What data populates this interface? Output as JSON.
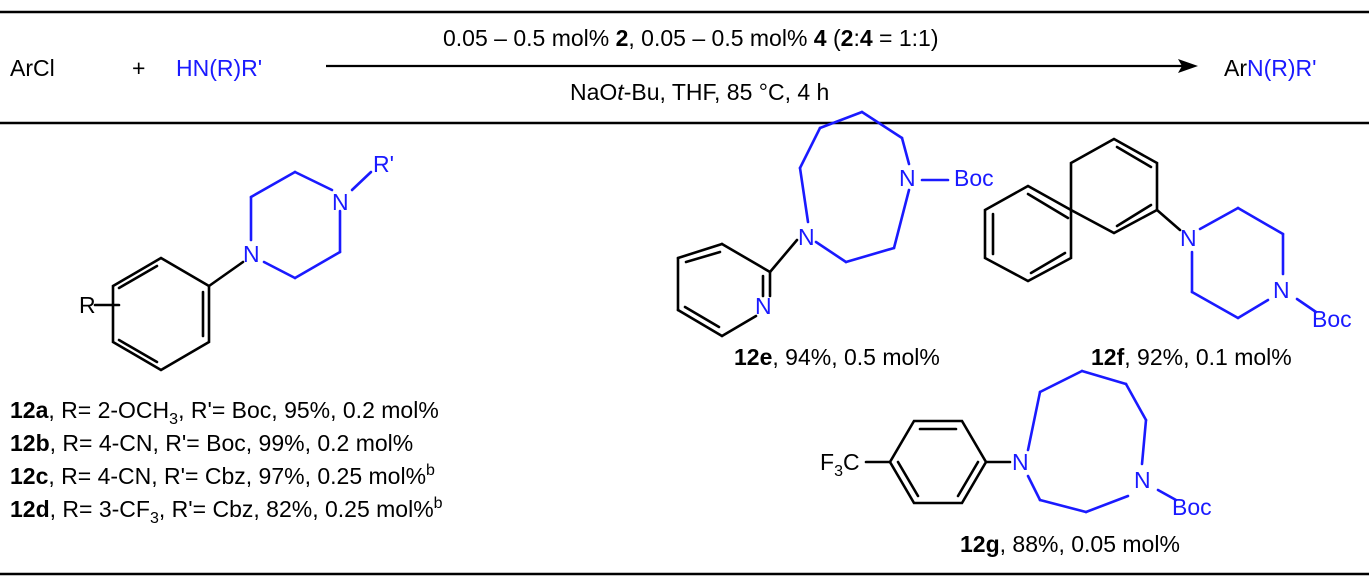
{
  "scheme": {
    "reactant_arcl": "ArCl",
    "plus": "+",
    "reactant_amine": "HN(R)R'",
    "condition_top": {
      "p1": "0.05 – 0.5 mol% ",
      "cat2": "2",
      "p2": ", 0.05 – 0.5 mol% ",
      "lig4": "4",
      "p3": " (",
      "r2": "2",
      "colon": ":",
      "r4": "4",
      "p4": " = 1:1)"
    },
    "condition_bottom": {
      "p1": "NaO",
      "t": "t",
      "p2": "-Bu, THF, 85 °C, 4 h"
    },
    "product_ar": "Ar",
    "product_amine": "N(R)R'"
  },
  "structure_labels": {
    "n": "N",
    "r": "R",
    "r_prime": "R'",
    "boc": "Boc",
    "dash": "—",
    "f3c_f": "F",
    "f3c_sub": "3",
    "f3c_c": "C"
  },
  "compounds": {
    "c12a": {
      "id": "12a",
      "p1": ", R= 2-OCH",
      "sub": "3",
      "p2": ", R'= Boc, 95%, 0.2 mol%"
    },
    "c12b": {
      "id": "12b",
      "p1": ", R= 4-CN, R'= Boc, 99%, 0.2 mol%"
    },
    "c12c": {
      "id": "12c",
      "p1": ", R= 4-CN, R'= Cbz, 97%, 0.25 mol%",
      "sup": "b"
    },
    "c12d": {
      "id": "12d",
      "p1": ", R= 3-CF",
      "sub": "3",
      "p2": ", R'= Cbz, 82%, 0.25 mol%",
      "sup": "b"
    },
    "c12e": {
      "id": "12e",
      "p1": ", 94%, 0.5 mol%"
    },
    "c12f": {
      "id": "12f",
      "p1": ", 92%, 0.1 mol%"
    },
    "c12g": {
      "id": "12g",
      "p1": ", 88%, 0.05 mol%"
    }
  },
  "colors": {
    "amine": "#1a1aff",
    "text": "#000000",
    "background": "#ffffff"
  }
}
